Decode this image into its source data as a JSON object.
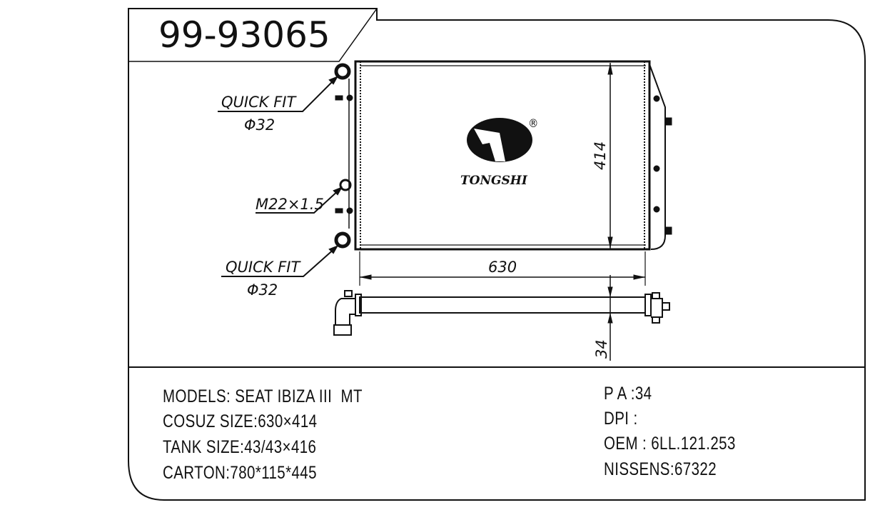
{
  "title": "99-93065",
  "brand": {
    "name": "TONGSHI",
    "registered": "®"
  },
  "callouts": {
    "quick_fit_top": {
      "label": "QUICK FIT",
      "size": "Φ32"
    },
    "drain": {
      "label": "M22×1.5"
    },
    "quick_fit_bottom": {
      "label": "QUICK FIT",
      "size": "Φ32"
    }
  },
  "dimensions": {
    "width": "630",
    "height": "414",
    "thickness": "34"
  },
  "specs_left": [
    "MODELS: SEAT IBIZA III  MT",
    "COSUZ SIZE:630×414",
    "TANK SIZE:43/43×416",
    "CARTON:780*115*445"
  ],
  "specs_right": [
    "P A :34",
    "DPI :",
    "OEM : 6LL.121.253",
    "NISSENS:67322"
  ],
  "colors": {
    "ink": "#111111",
    "background": "#ffffff"
  }
}
